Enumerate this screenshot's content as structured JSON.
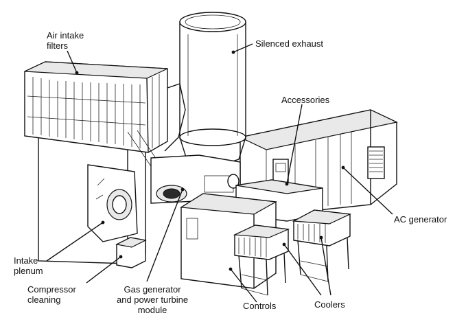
{
  "labels": {
    "air_intake_filters": "Air intake\nfilters",
    "silenced_exhaust": "Silenced exhaust",
    "accessories": "Accessories",
    "ac_generator": "AC generator",
    "intake_plenum": "Intake\nplenum",
    "compressor_cleaning": "Compressor\ncleaning",
    "gas_generator_module": "Gas generator\nand power turbine\nmodule",
    "controls": "Controls",
    "coolers": "Coolers"
  }
}
